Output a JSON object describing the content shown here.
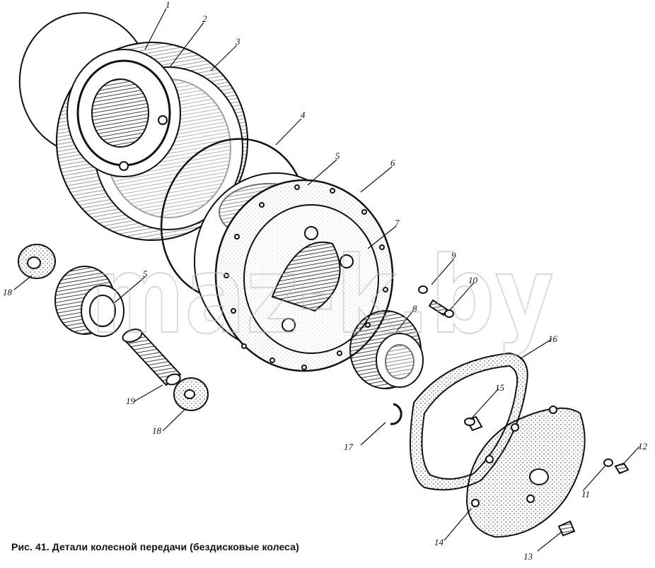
{
  "caption": "Рис. 41. Детали колесной передачи (бездисковые колеса)",
  "watermark": "maz-k.by",
  "callouts": [
    {
      "id": "c1",
      "label": "1"
    },
    {
      "id": "c2",
      "label": "2"
    },
    {
      "id": "c3",
      "label": "3"
    },
    {
      "id": "c4",
      "label": "4"
    },
    {
      "id": "c5a",
      "label": "5"
    },
    {
      "id": "c5b",
      "label": "5"
    },
    {
      "id": "c6",
      "label": "6"
    },
    {
      "id": "c7",
      "label": "7"
    },
    {
      "id": "c8",
      "label": "8"
    },
    {
      "id": "c9",
      "label": "9"
    },
    {
      "id": "c10",
      "label": "10"
    },
    {
      "id": "c11",
      "label": "11"
    },
    {
      "id": "c12",
      "label": "12"
    },
    {
      "id": "c13",
      "label": "13"
    },
    {
      "id": "c14",
      "label": "14"
    },
    {
      "id": "c15",
      "label": "15"
    },
    {
      "id": "c16",
      "label": "16"
    },
    {
      "id": "c17",
      "label": "17"
    },
    {
      "id": "c18a",
      "label": "18"
    },
    {
      "id": "c18b",
      "label": "18"
    },
    {
      "id": "c19",
      "label": "19"
    }
  ]
}
